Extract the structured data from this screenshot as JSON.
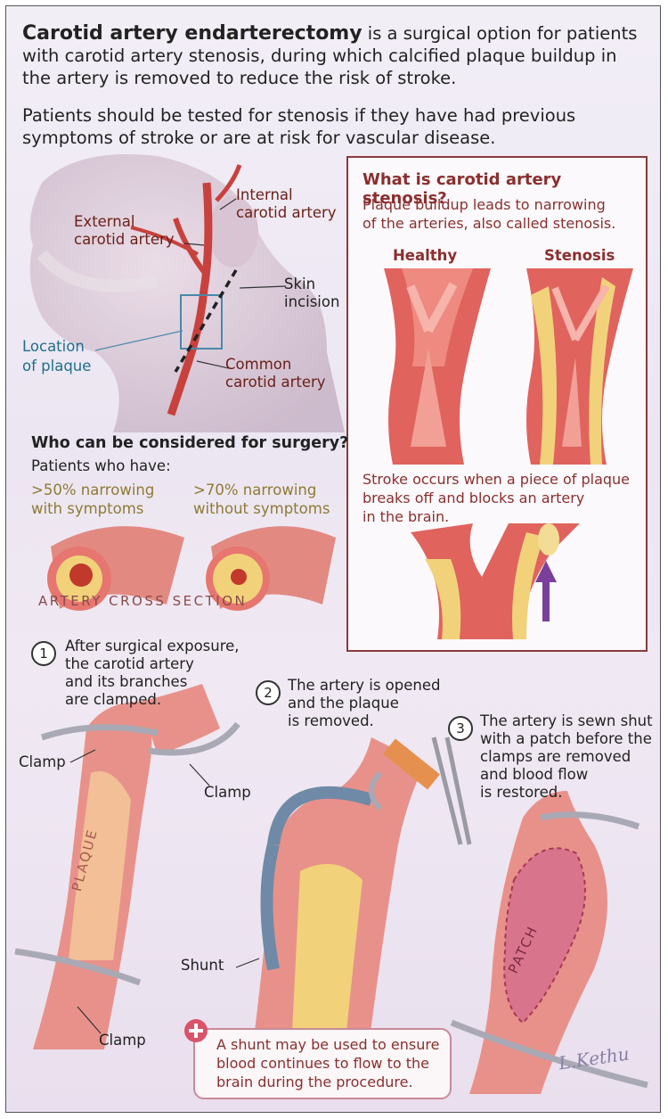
{
  "intro": {
    "title": "Carotid artery endarterectomy",
    "text1_rest": " is a surgical option for patients with carotid artery stenosis, during which calcified plaque buildup in the artery is removed to reduce the risk of stroke.",
    "text2": "Patients should be tested for stenosis if they have had previous symptoms of stroke or are at risk for vascular disease."
  },
  "anatomy": {
    "internal_label_1": "Internal",
    "internal_label_2": "carotid artery",
    "external_label_1": "External",
    "external_label_2": "carotid artery",
    "skin_label_1": "Skin",
    "skin_label_2": "incision",
    "plaque_label_1": "Location",
    "plaque_label_2": "of plaque",
    "common_label_1": "Common",
    "common_label_2": "carotid artery"
  },
  "stenosis_box": {
    "title": "What is carotid artery stenosis?",
    "text_1": "Plaque buildup leads to narrowing",
    "text_2": "of the arteries, also called stenosis.",
    "healthy_label": "Healthy",
    "stenosis_label": "Stenosis",
    "stroke_1": "Stroke occurs when a piece of plaque",
    "stroke_2": "breaks off and blocks an artery",
    "stroke_3": "in the brain."
  },
  "surgery_candidates": {
    "title": "Who can be considered for surgery?",
    "subtitle": "Patients who have:",
    "option1_1": ">50% narrowing",
    "option1_2": "with symptoms",
    "option2_1": ">70% narrowing",
    "option2_2": "without symptoms",
    "cross_section_label": "ARTERY CROSS SECTION"
  },
  "steps": [
    {
      "number": "1",
      "line1": "After surgical exposure,",
      "line2": "the carotid artery",
      "line3": "and its branches",
      "line4": "are clamped."
    },
    {
      "number": "2",
      "line1": "The artery is opened",
      "line2": "and the plaque",
      "line3": "is removed."
    },
    {
      "number": "3",
      "line1": "The artery is sewn shut",
      "line2": "with a patch before the",
      "line3": "clamps are removed",
      "line4": "and blood flow",
      "line5": "is restored."
    }
  ],
  "procedure_labels": {
    "clamp": "Clamp",
    "plaque": "PLAQUE",
    "shunt": "Shunt",
    "patch": "PATCH"
  },
  "shunt_note": {
    "line1": "A shunt may be used to ensure",
    "line2": "blood continues to flow to the",
    "line3": "brain during the procedure."
  },
  "signature": "L.Kethu",
  "colors": {
    "artery": "#d9534f",
    "artery_dark": "#b83a36",
    "plaque": "#f1d27a",
    "box_border": "#8a3a3a",
    "label_red": "#6b2118",
    "label_blue": "#1e6f8c",
    "gold_text": "#8f7a34"
  }
}
